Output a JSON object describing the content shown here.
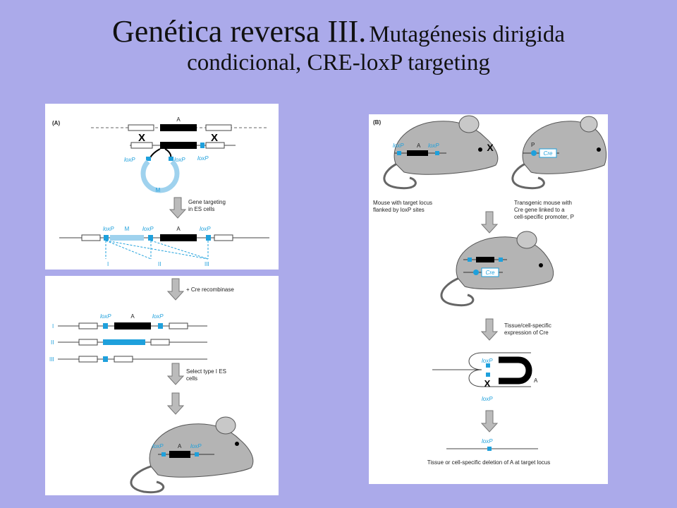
{
  "title": {
    "main": "Genética reversa III.",
    "sub1": "Mutagénesis dirigida",
    "sub2": "condicional, CRE-loxP targeting"
  },
  "panel_a": {
    "label": "(A)",
    "gene": "A",
    "cross": "X",
    "loxp": "loxP",
    "vector_label": "M",
    "gene_targeting_1": "Gene targeting",
    "gene_targeting_2": "in ES cells",
    "m_label": "M",
    "types": [
      "I",
      "II",
      "III"
    ],
    "cre_step": "+ Cre recombinase",
    "select_1": "Select type I ES",
    "select_2": "cells"
  },
  "panel_b": {
    "label": "(B)",
    "cross": "X",
    "gene": "A",
    "loxp": "loxP",
    "promoter": "P",
    "cre": "Cre",
    "mouse1_caption_1": "Mouse with target locus",
    "mouse1_caption_2": "flanked by loxP sites",
    "mouse2_caption_1": "Transgenic mouse with",
    "mouse2_caption_2": "Cre gene linked to a",
    "mouse2_caption_3": "cell-specific promoter, P",
    "expression_1": "Tissue/cell-specific",
    "expression_2": "expression of Cre",
    "deletion": "Tissue or cell-specific deletion of A at target locus"
  },
  "colors": {
    "background": "#abaaea",
    "loxp_blue": "#1ea0dc",
    "mouse_gray": "#b4b4b4"
  }
}
